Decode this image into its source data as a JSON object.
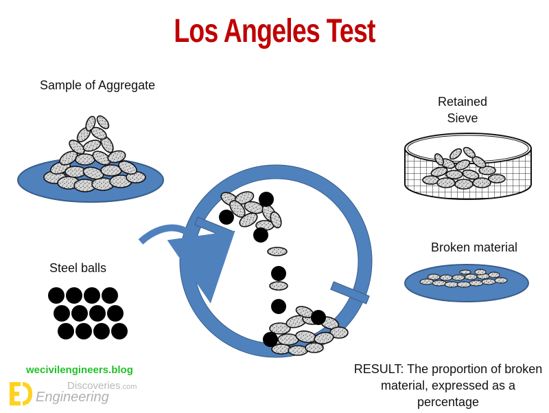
{
  "title": "Los Angeles Test",
  "labels": {
    "sample": "Sample of Aggregate",
    "retained": "Retained Sieve",
    "broken": "Broken material",
    "steel": "Steel balls"
  },
  "result": "RESULT: The proportion of broken material, expressed as a percentage",
  "watermark": {
    "blog": "wecivilengineers.blog",
    "discoveries": "Discoveries",
    "dotcom": ".com",
    "engineering": "Engineering"
  },
  "colors": {
    "title": "#c00000",
    "dish_fill": "#4f81bd",
    "dish_stroke": "#385d8a",
    "ball": "#000000",
    "stone": "#d4d4d4",
    "blog_text": "#22c02a"
  }
}
